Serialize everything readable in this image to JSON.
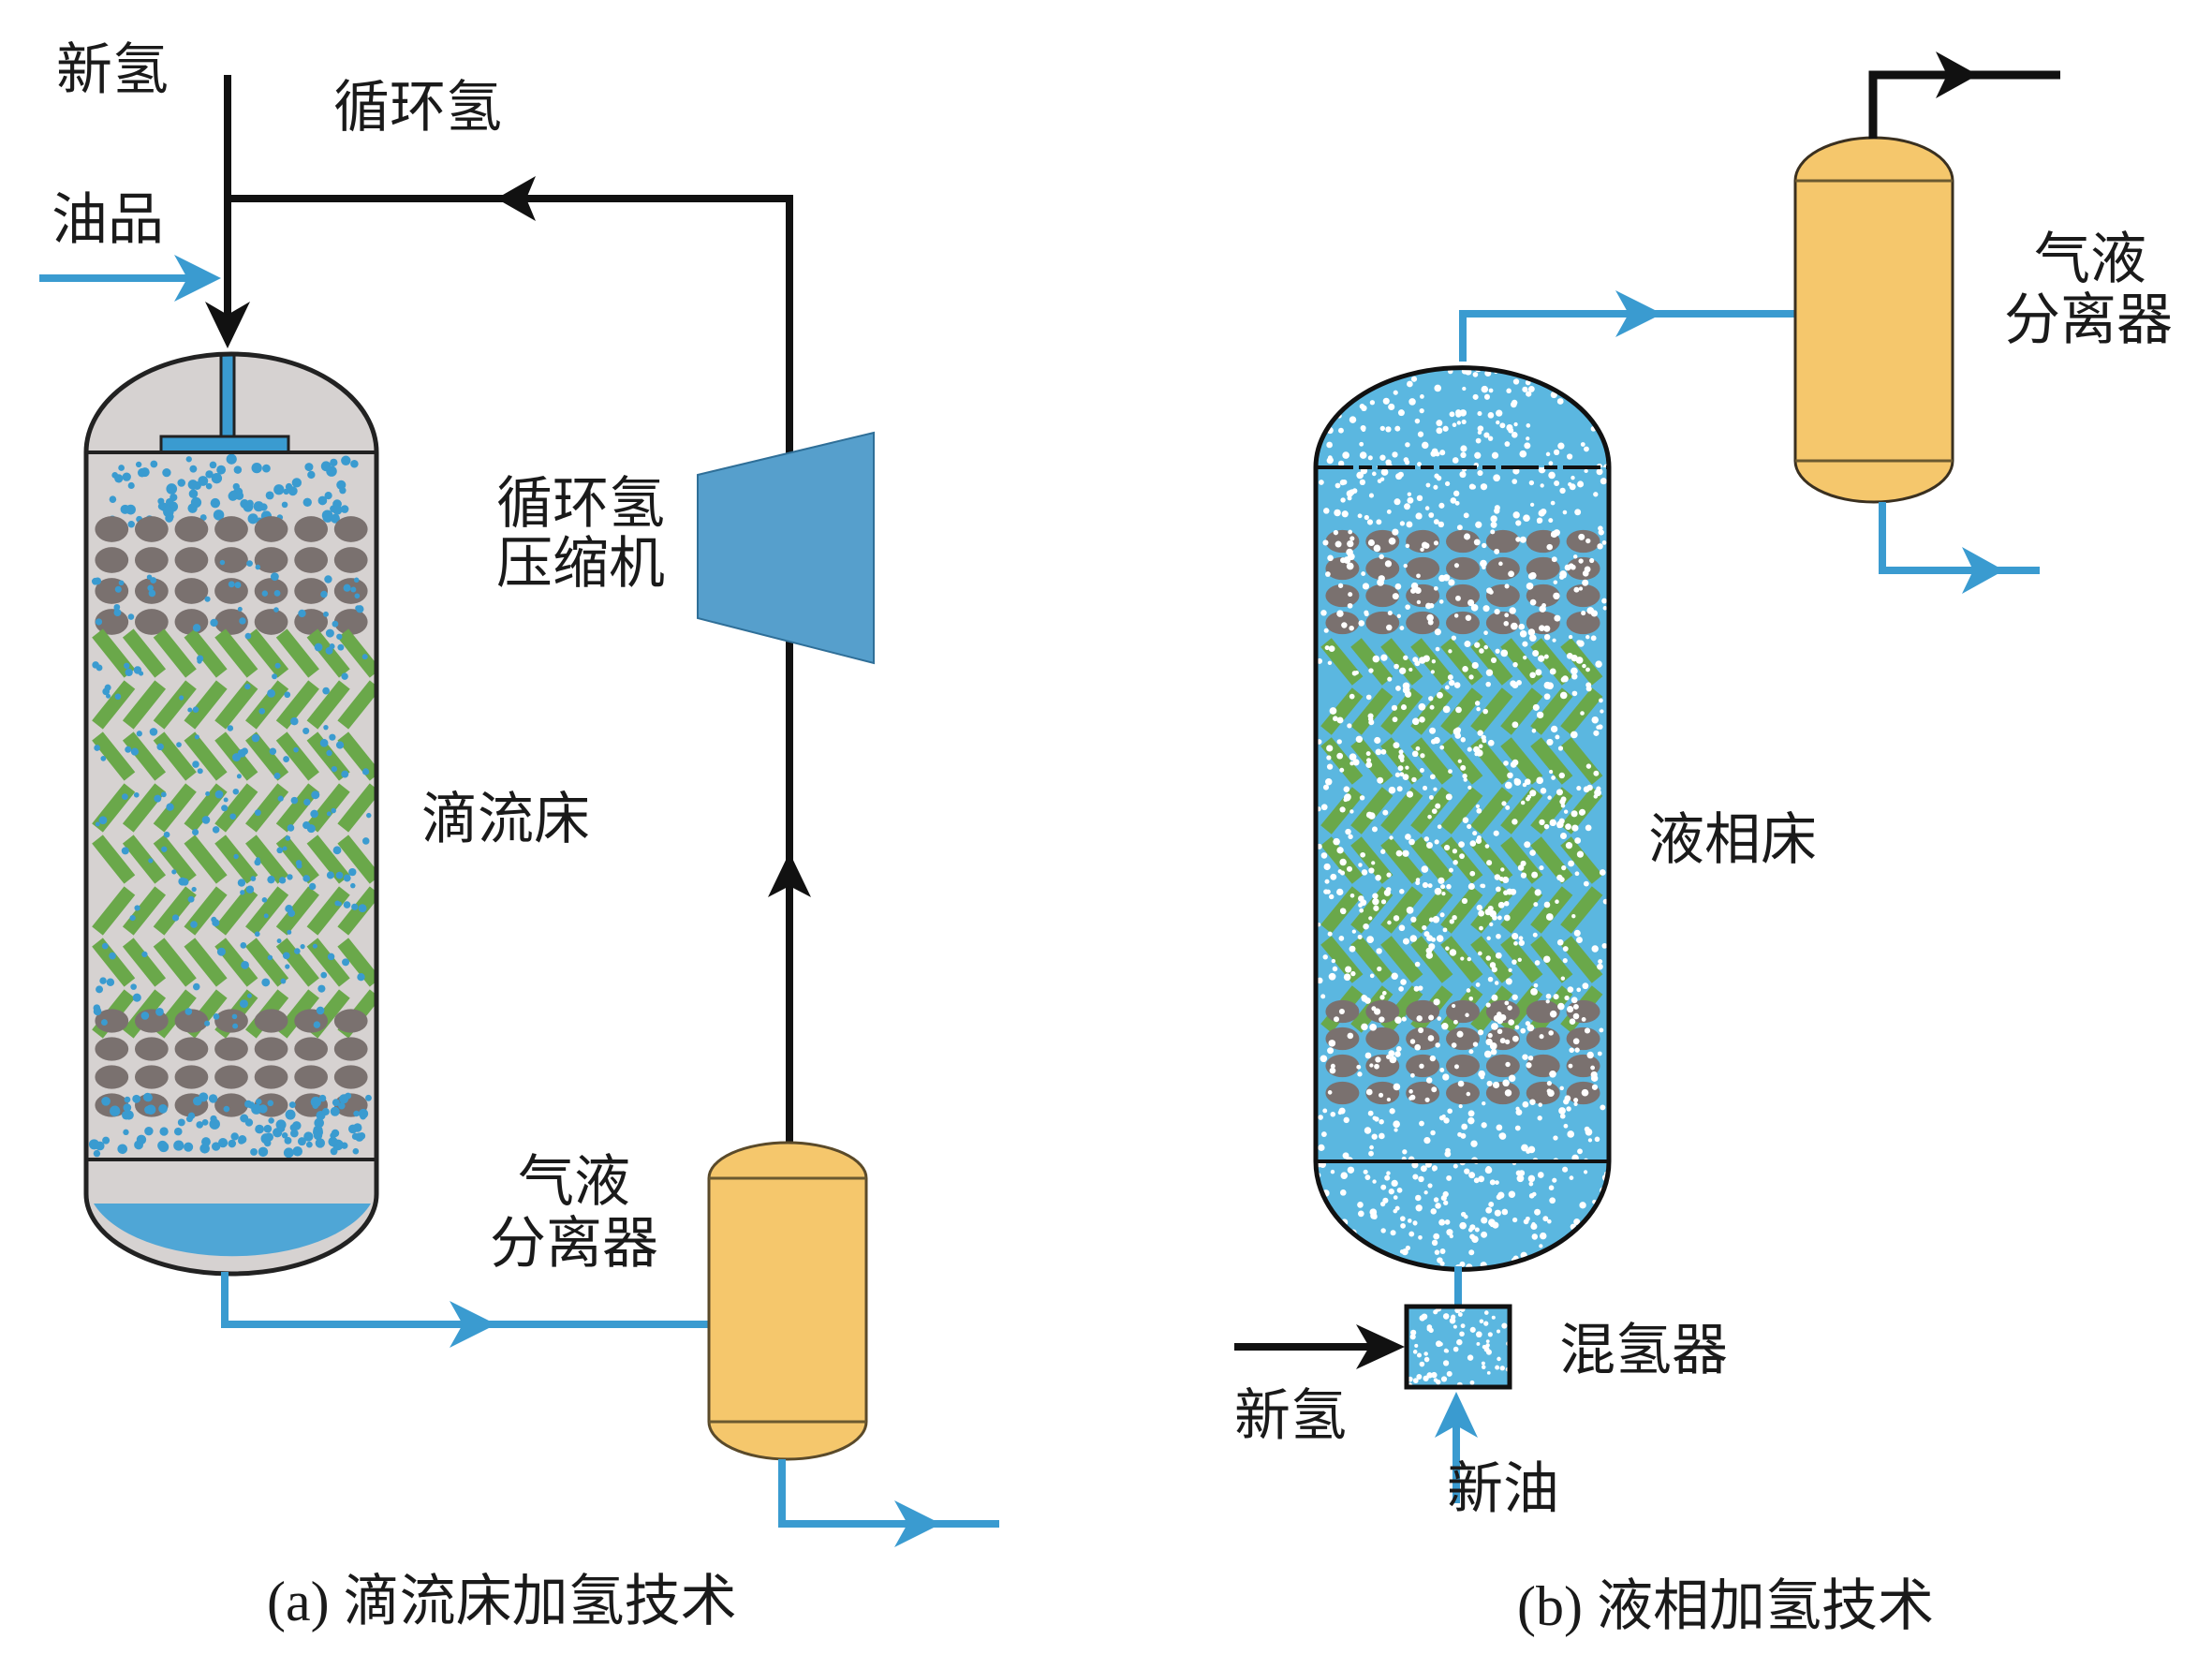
{
  "colors": {
    "pipe_black": "#111111",
    "pipe_blue": "#3a9bd0",
    "reactor_gray": "#d6d2d1",
    "liquid_blue": "#4fa6d6",
    "reactor_b_blue": "#5bb7e0",
    "catalyst_ball": "#7a716f",
    "catalyst_green": "#6aa84a",
    "separator_yellow": "#f5c76c",
    "compressor_blue": "#569fcc",
    "outline": "#222222"
  },
  "panel_a": {
    "caption": "(a) 滴流床加氢技术",
    "labels": {
      "new_hydrogen": "新氢",
      "recycle_hydrogen": "循环氢",
      "oil_feed": "油品",
      "compressor_line1": "循环氢",
      "compressor_line2": "压缩机",
      "reactor": "滴流床",
      "separator_line1": "气液",
      "separator_line2": "分离器"
    }
  },
  "panel_b": {
    "caption": "(b) 液相加氢技术",
    "labels": {
      "separator_line1": "气液",
      "separator_line2": "分离器",
      "reactor": "液相床",
      "mixer": "混氢器",
      "new_hydrogen": "新氢",
      "new_oil": "新油"
    }
  },
  "icons": {
    "flow_arrow": "arrowhead",
    "reactor": "trickle-bed-reactor",
    "compressor": "recycle-compressor",
    "separator": "gas-liquid-separator",
    "mixer": "hydrogen-mixer"
  }
}
